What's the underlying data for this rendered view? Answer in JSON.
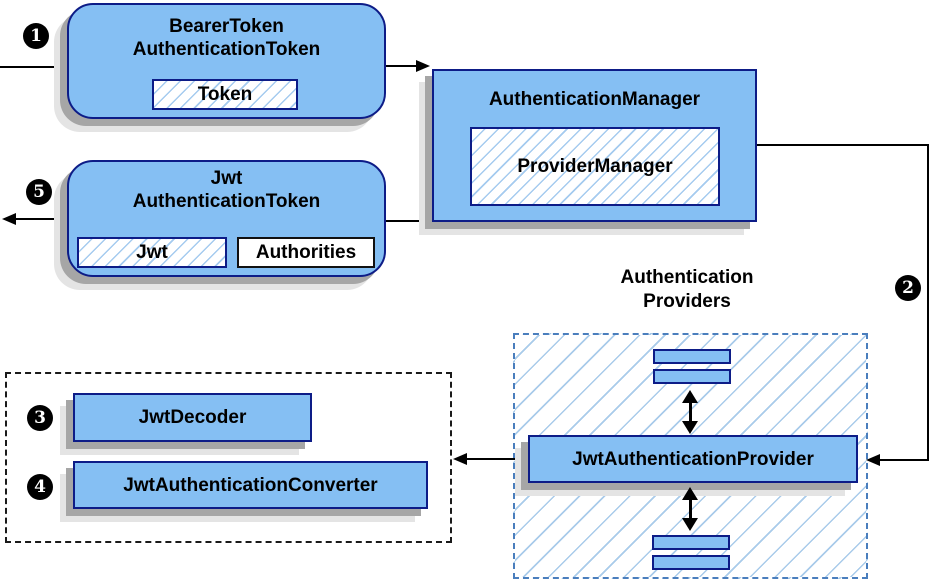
{
  "nodes": {
    "bearer": {
      "l1": "BearerToken",
      "l2": "AuthenticationToken",
      "chip": "Token"
    },
    "manager": {
      "title": "AuthenticationManager",
      "chip": "ProviderManager"
    },
    "jwt_token": {
      "l1": "Jwt",
      "l2": "AuthenticationToken",
      "chip1": "Jwt",
      "chip2": "Authorities"
    },
    "providers": {
      "l1": "Authentication",
      "l2": "Providers",
      "provider": "JwtAuthenticationProvider"
    },
    "decoder": {
      "title": "JwtDecoder"
    },
    "converter": {
      "title": "JwtAuthenticationConverter"
    }
  },
  "steps": {
    "s1": "1",
    "s2": "2",
    "s3": "3",
    "s4": "4",
    "s5": "5"
  },
  "colors": {
    "node_fill": "#85BFF3",
    "node_border": "#0D1C87",
    "hatch_line": "#A5CBEF",
    "providers_dash_border": "#4A7EBD",
    "black_dash_border": "#1A1A1A",
    "connector": "#000000",
    "shadow_dark": "#A6A6A6",
    "shadow_light": "#E4E4E4",
    "chip_bg": "#FFFFFF"
  }
}
